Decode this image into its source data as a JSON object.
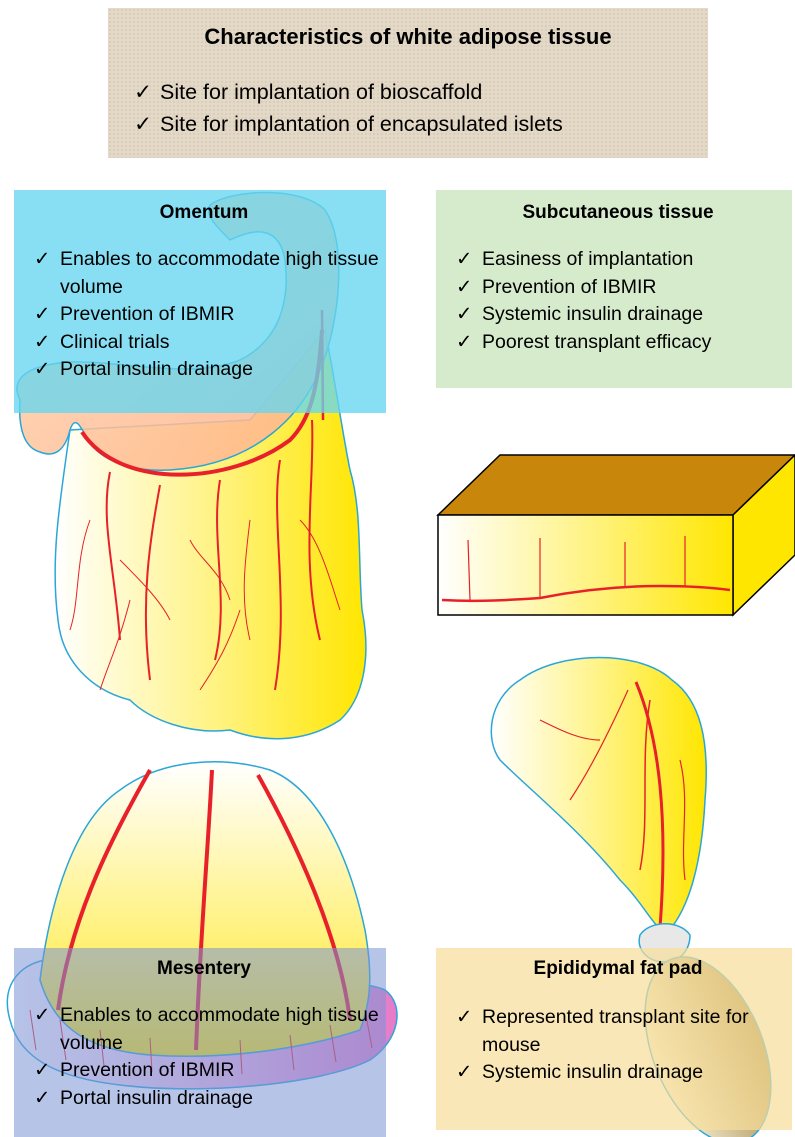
{
  "header": {
    "title": "Characteristics of white adipose tissue",
    "items": [
      "Site for implantation of bioscaffold",
      "Site for implantation of encapsulated islets"
    ]
  },
  "check_mark": "✓",
  "omentum": {
    "title": "Omentum",
    "items": [
      "Enables to accommodate high tissue volume",
      "Prevention of IBMIR",
      "Clinical trials",
      "Portal insulin drainage"
    ]
  },
  "subcutaneous": {
    "title": "Subcutaneous tissue",
    "items": [
      "Easiness of implantation",
      "Prevention of IBMIR",
      "Systemic insulin drainage",
      "Poorest transplant efficacy"
    ]
  },
  "mesentery": {
    "title": "Mesentery",
    "items": [
      "Enables to accommodate high tissue volume",
      "Prevention of IBMIR",
      "Portal insulin drainage"
    ]
  },
  "epididymal": {
    "title": "Epididymal fat pad",
    "items": [
      "Represented transplant site for mouse",
      "Systemic insulin drainage"
    ]
  },
  "colors": {
    "fat_yellow": "#ffee00",
    "vessel_red": "#e8202a",
    "tissue_outline": "#2aa6d8",
    "block_top": "#c8860a",
    "mesentery_pink": "#e87ac8"
  }
}
